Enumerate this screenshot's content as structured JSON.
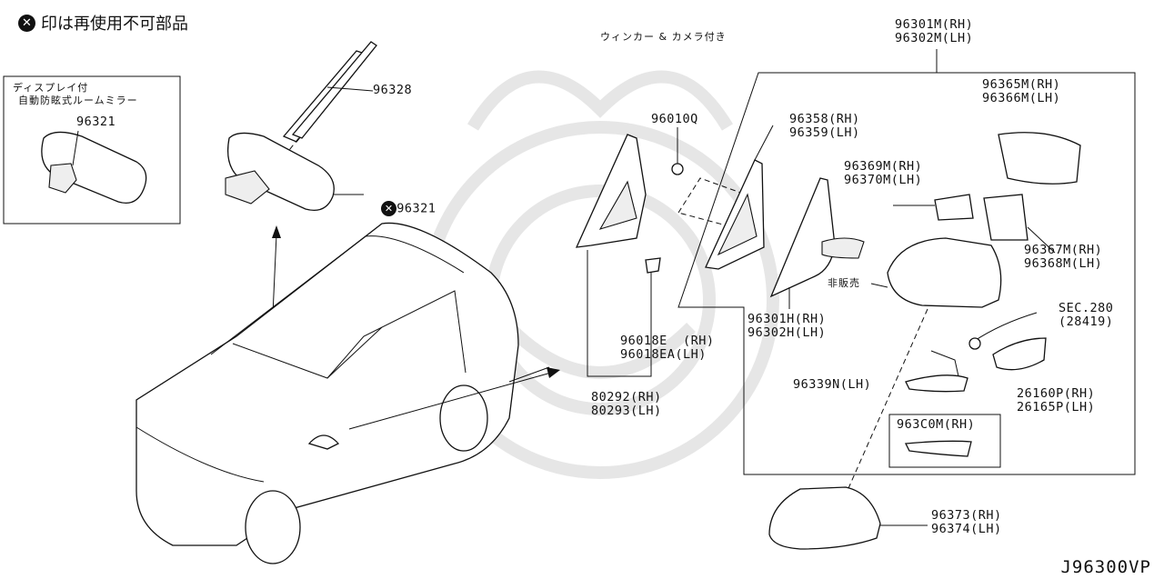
{
  "legend": {
    "symbol": "✕",
    "text": "印は再使用不可部品"
  },
  "diagram_code": "J96300VP",
  "inset": {
    "title_line1": "ディスプレイ付",
    "title_line2": "自動防眩式ルームミラー",
    "part": "96321"
  },
  "labels": {
    "p96328": "96328",
    "p96321": "96321",
    "camera_note": "ウィンカー & カメラ付き",
    "p96010q": "96010Q",
    "p96018": "96018E  (RH)\n96018EA(LH)",
    "p80292": "80292(RH)\n80293(LH)",
    "p96301m": "96301M(RH)\n96302M(LH)",
    "p96358": "96358(RH)\n96359(LH)",
    "p96369": "96369M(RH)\n96370M(LH)",
    "p96365": "96365M(RH)\n96366M(LH)",
    "p96367": "96367M(RH)\n96368M(LH)",
    "p96301h": "96301H(RH)\n96302H(LH)",
    "not_sold": "非販売",
    "sec280": "SEC.280\n(28419)",
    "p96339n": "96339N(LH)",
    "p26160p": "26160P(RH)\n26165P(LH)",
    "p963c0m": "963C0M(RH)",
    "p96373": "96373(RH)\n96374(LH)"
  }
}
